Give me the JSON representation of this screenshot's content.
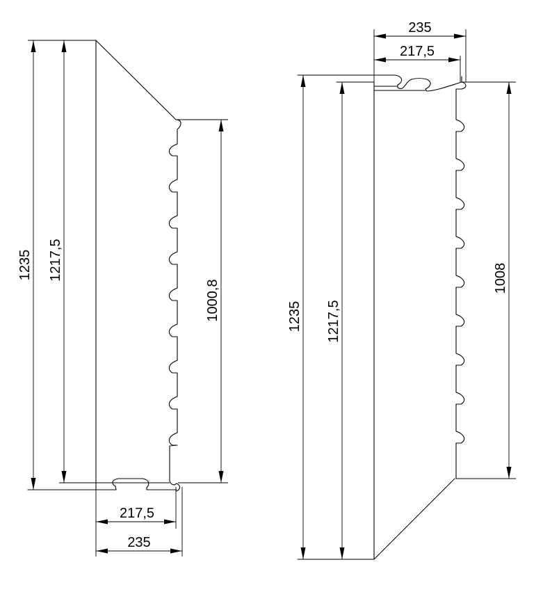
{
  "left_part": {
    "total_height": "1235",
    "inner_height": "1217,5",
    "edge_height": "1000,8",
    "inner_width": "217,5",
    "total_width": "235"
  },
  "right_part": {
    "total_width": "235",
    "inner_width": "217,5",
    "total_height": "1235",
    "inner_height": "1217,5",
    "edge_height": "1008"
  },
  "colors": {
    "line": "#000000",
    "background": "#ffffff"
  }
}
